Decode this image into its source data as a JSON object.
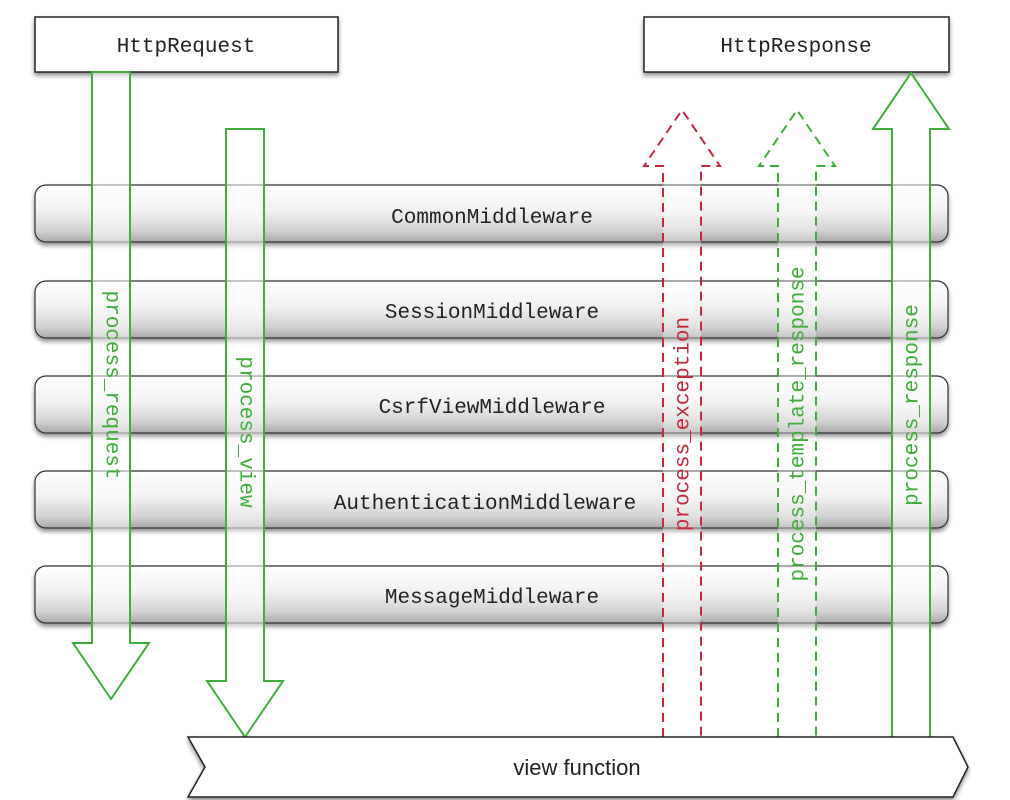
{
  "request_box": {
    "label": "HttpRequest"
  },
  "response_box": {
    "label": "HttpResponse"
  },
  "middleware": [
    {
      "label": "CommonMiddleware"
    },
    {
      "label": "SessionMiddleware"
    },
    {
      "label": "CsrfViewMiddleware"
    },
    {
      "label": "AuthenticationMiddleware"
    },
    {
      "label": "MessageMiddleware"
    }
  ],
  "flows": {
    "process_request": {
      "label": "process_request",
      "color": "#3fae3a",
      "direction": "down",
      "style": "solid"
    },
    "process_view": {
      "label": "process_view",
      "color": "#3fae3a",
      "direction": "down",
      "style": "solid"
    },
    "process_exception": {
      "label": "process_exception",
      "color": "#c8283c",
      "direction": "up",
      "style": "dashed"
    },
    "process_template_response": {
      "label": "process_template_response",
      "color": "#3fae3a",
      "direction": "up",
      "style": "dashed"
    },
    "process_response": {
      "label": "process_response",
      "color": "#3fae3a",
      "direction": "up",
      "style": "solid"
    }
  },
  "view_function": {
    "label": "view function"
  }
}
